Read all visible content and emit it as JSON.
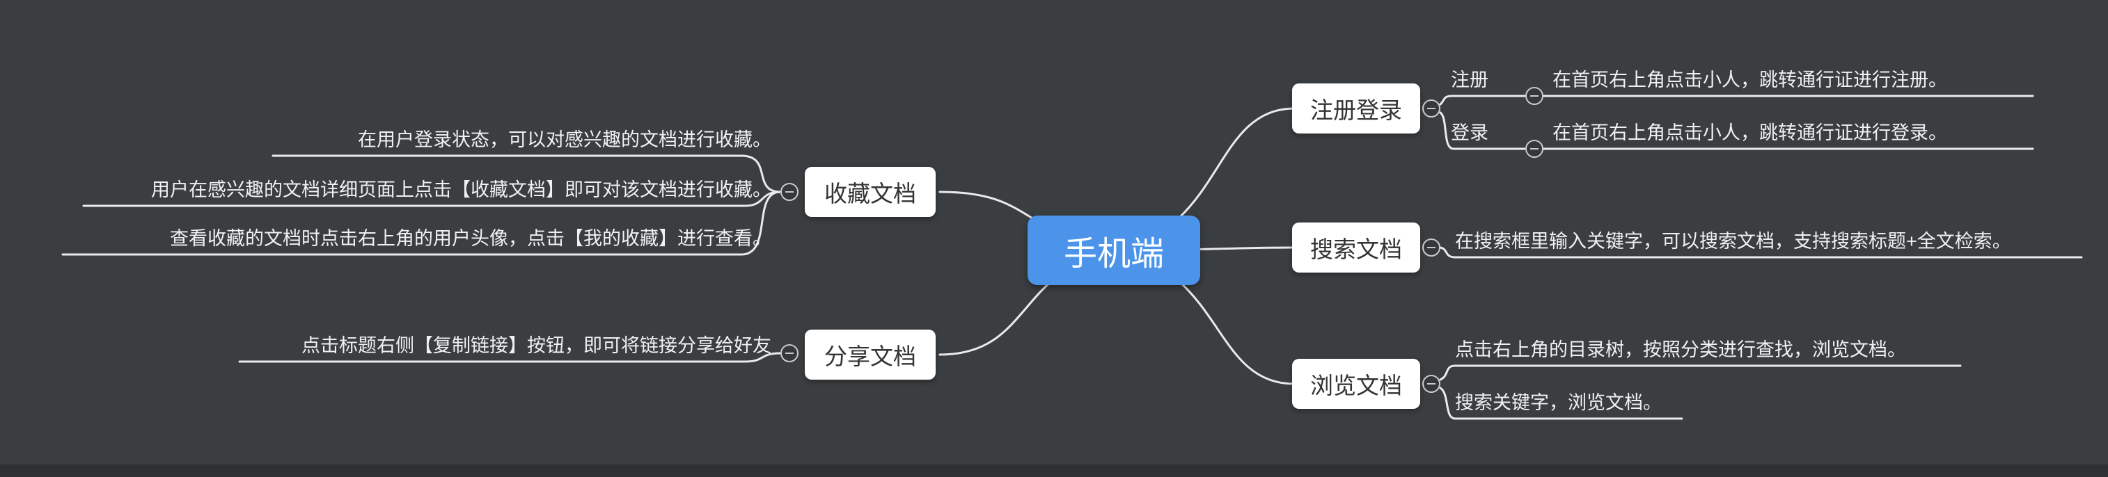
{
  "app": {
    "canvas_background": "#3b3e41",
    "accent_color": "#4b94ea",
    "line_color": "#e8eaec"
  },
  "mindmap": {
    "root": {
      "label": "手机端"
    },
    "left": [
      {
        "label": "收藏文档",
        "children": [
          {
            "label": "在用户登录状态，可以对感兴趣的文档进行收藏。"
          },
          {
            "label": "用户在感兴趣的文档详细页面上点击【收藏文档】即可对该文档进行收藏。"
          },
          {
            "label": "查看收藏的文档时点击右上角的用户头像，点击【我的收藏】进行查看。"
          }
        ]
      },
      {
        "label": "分享文档",
        "children": [
          {
            "label": "点击标题右侧【复制链接】按钮，即可将链接分享给好友"
          }
        ]
      }
    ],
    "right": [
      {
        "label": "注册登录",
        "children": [
          {
            "label": "注册",
            "children": [
              {
                "label": "在首页右上角点击小人，跳转通行证进行注册。"
              }
            ]
          },
          {
            "label": "登录",
            "children": [
              {
                "label": "在首页右上角点击小人，跳转通行证进行登录。"
              }
            ]
          }
        ]
      },
      {
        "label": "搜索文档",
        "children": [
          {
            "label": "在搜索框里输入关键字，可以搜索文档，支持搜索标题+全文检索。"
          }
        ]
      },
      {
        "label": "浏览文档",
        "children": [
          {
            "label": "点击右上角的目录树，按照分类进行查找，浏览文档。"
          },
          {
            "label": "搜索关键字，浏览文档。"
          }
        ]
      }
    ]
  }
}
